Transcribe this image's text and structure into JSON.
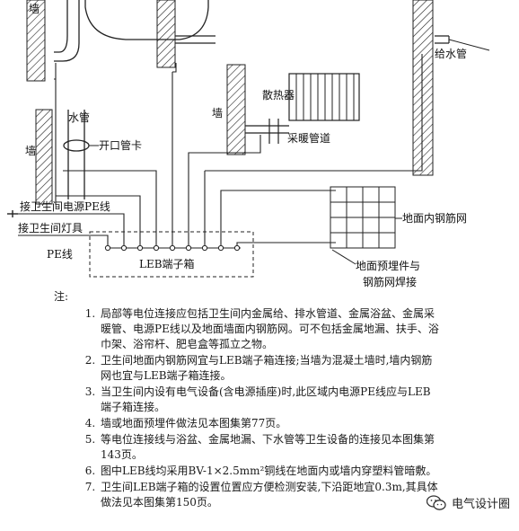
{
  "diagram": {
    "labels": {
      "wall": "墙",
      "water_pipe": "水管",
      "open_pipe_clamp": "开口管卡",
      "radiator": "散热器",
      "heating_pipe": "采暖管道",
      "water_supply_pipe": "给水管",
      "pe_line_line1": "接卫生间电源PE线",
      "lamp_pe_line1": "接卫生间灯具",
      "lamp_pe_line2": "PE线",
      "leb_box": "LEB端子箱",
      "floor_mesh": "地面内钢筋网",
      "embedded_line1": "地面预埋件与",
      "embedded_line2": "钢筋网焊接"
    }
  },
  "notes": {
    "heading": "注:",
    "items": [
      "局部等电位连接应包括卫生间内金属给、排水管道、金属浴盆、金属采暖管、电源PE线以及地面墙面内钢筋网。可不包括金属地漏、扶手、浴巾架、浴帘杆、肥皂盒等孤立之物。",
      "卫生间地面内钢筋网宜与LEB端子箱连接;当墙为混凝土墙时,墙内钢筋网也宜与LEB端子箱连接。",
      "当卫生间内设有电气设备(含电源插座)时,此区域内电源PE线应与LEB端子箱连接。",
      "墙或地面预埋件做法见本图集第77页。",
      "等电位连接线与浴盆、金属地漏、下水管等卫生设备的连接见本图集第143页。",
      "图中LEB线均采用BV-1×2.5mm²铜线在地面内或墙内穿塑料管暗敷。",
      "卫生间LEB端子箱的设置位置应方便检测安装,下沿距地宜0.3m,其具体做法见本图集第150页。"
    ]
  },
  "watermark": {
    "text": "电气设计圈"
  }
}
